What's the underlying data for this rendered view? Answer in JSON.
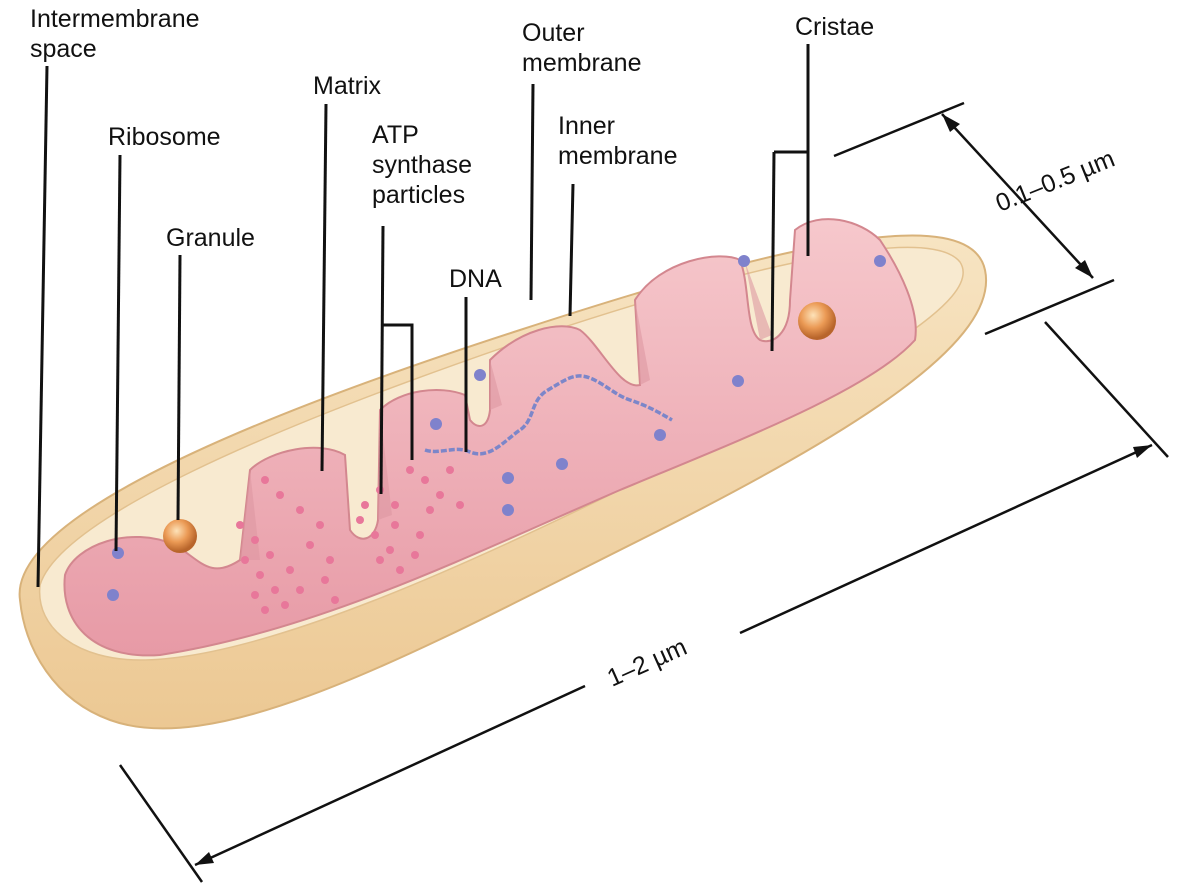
{
  "labels": {
    "intermembrane_space": [
      "Intermembrane",
      "space"
    ],
    "ribosome": "Ribosome",
    "granule": "Granule",
    "matrix": "Matrix",
    "atp_synthase": [
      "ATP",
      "synthase",
      "particles"
    ],
    "dna": "DNA",
    "outer_membrane": [
      "Outer",
      "membrane"
    ],
    "inner_membrane": [
      "Inner",
      "membrane"
    ],
    "cristae": "Cristae"
  },
  "dimensions": {
    "width": "0.1–0.5 µm",
    "length": "1–2 µm"
  },
  "colors": {
    "outer_membrane": "#f2d5a6",
    "outer_membrane_edge": "#d9b57e",
    "inner_membrane": "#f1b7bd",
    "inner_membrane_dark": "#d98c98",
    "atp_particle": "#e8779a",
    "ribosome": "#7f82cc",
    "granule": "#e8944a",
    "dna": "#7c86c9"
  }
}
